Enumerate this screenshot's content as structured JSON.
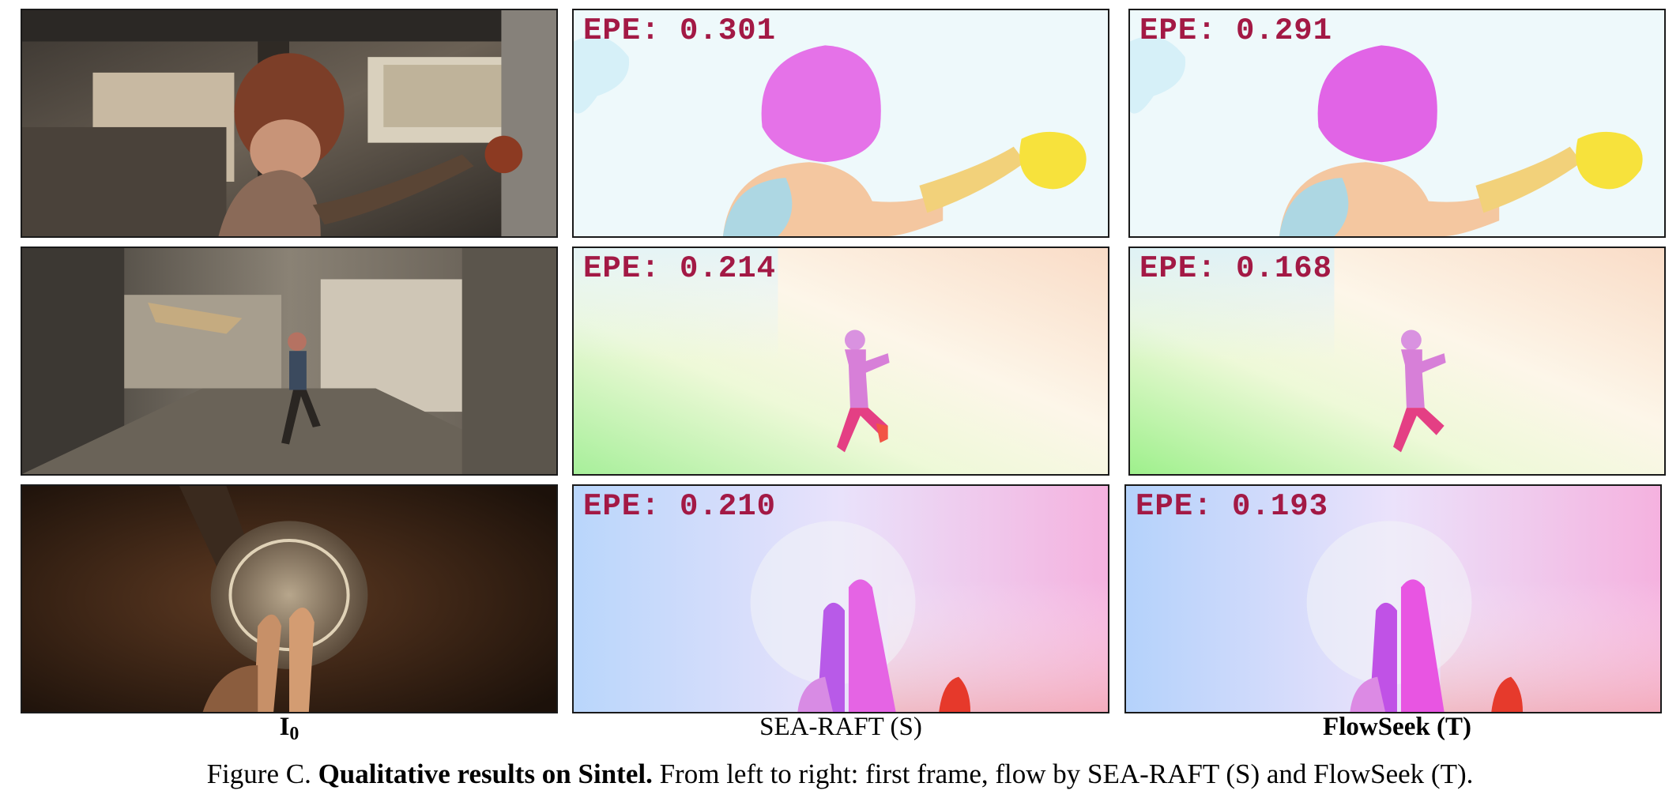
{
  "columns": {
    "input_label_main": "I",
    "input_label_sub": "0",
    "sea_raft_label": "SEA-RAFT (S)",
    "flowseek_label": "FlowSeek (T)"
  },
  "rows": [
    {
      "sea_raft_epe": "EPE: 0.301",
      "flowseek_epe": "EPE: 0.291"
    },
    {
      "sea_raft_epe": "EPE: 0.214",
      "flowseek_epe": "EPE: 0.168"
    },
    {
      "sea_raft_epe": "EPE: 0.210",
      "flowseek_epe": "EPE: 0.193"
    }
  ],
  "caption": {
    "prefix": "Figure C.",
    "title": "Qualitative results on Sintel.",
    "text": "From left to right: first frame, flow by SEA-RAFT (S) and FlowSeek (T)."
  },
  "colors": {
    "epe_text": "#a31945",
    "panel_border": "#1a1a1a"
  }
}
